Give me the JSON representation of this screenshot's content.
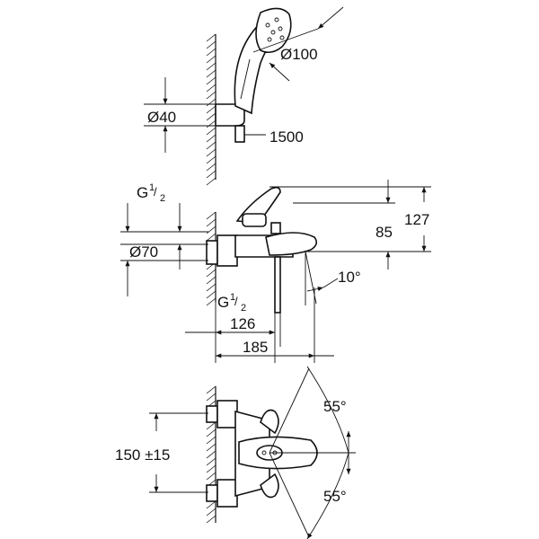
{
  "views": {
    "hand_shower": {
      "head_diameter": "Ø100",
      "holder_diameter": "Ø40",
      "hose_length": "1500"
    },
    "front_view": {
      "inlet_thread_top_base": "G",
      "inlet_thread_top_num": "1",
      "inlet_thread_top_den": "2",
      "escutcheon_diameter": "Ø70",
      "spout_height": "85",
      "overall_height": "127",
      "spout_angle": "10°",
      "outlet_thread_base": "G",
      "outlet_thread_num": "1",
      "outlet_thread_den": "2",
      "projection_outlet": "126",
      "projection_total": "185"
    },
    "top_view": {
      "centre_distance": "150 ±15",
      "lever_angle_up": "55°",
      "lever_angle_down": "55°"
    }
  }
}
